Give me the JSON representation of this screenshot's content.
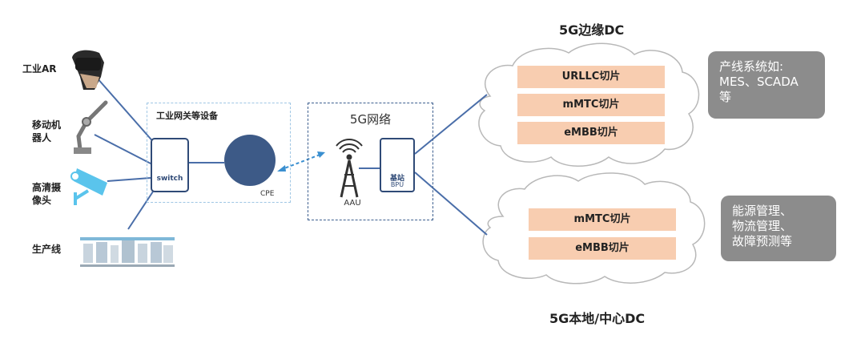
{
  "devices": [
    {
      "label": "工业AR",
      "icon": "vr-headset-icon"
    },
    {
      "label": "移动机器人",
      "icon": "robot-arm-icon"
    },
    {
      "label": "高清摄像头",
      "icon": "camera-icon"
    },
    {
      "label": "生产线",
      "icon": "production-line-icon"
    }
  ],
  "gateway": {
    "title": "工业网关等设备",
    "switch_label": "switch",
    "cpe_label": "CPE"
  },
  "network": {
    "title": "5G网络",
    "aau_label": "AAU",
    "bbu_label_1": "基站",
    "bbu_label_2": "BPU"
  },
  "edge_dc": {
    "title": "5G边缘DC",
    "slices": [
      "URLLC切片",
      "mMTC切片",
      "eMBB切片"
    ],
    "note": [
      "产线系统如:",
      "MES、SCADA",
      "等"
    ]
  },
  "local_dc": {
    "title": "5G本地/中心DC",
    "slices": [
      "mMTC切片",
      "eMBB切片"
    ],
    "note": [
      "能源管理、",
      "物流管理、",
      "故障预测等"
    ]
  },
  "colors": {
    "line": "#4a6ea9",
    "dark_blue": "#2f4a77",
    "slice_fill": "#f8cdb0",
    "note_fill": "#8c8c8c",
    "cloud_stroke": "#b8b8b8",
    "wireless": "#3a8fd0"
  }
}
